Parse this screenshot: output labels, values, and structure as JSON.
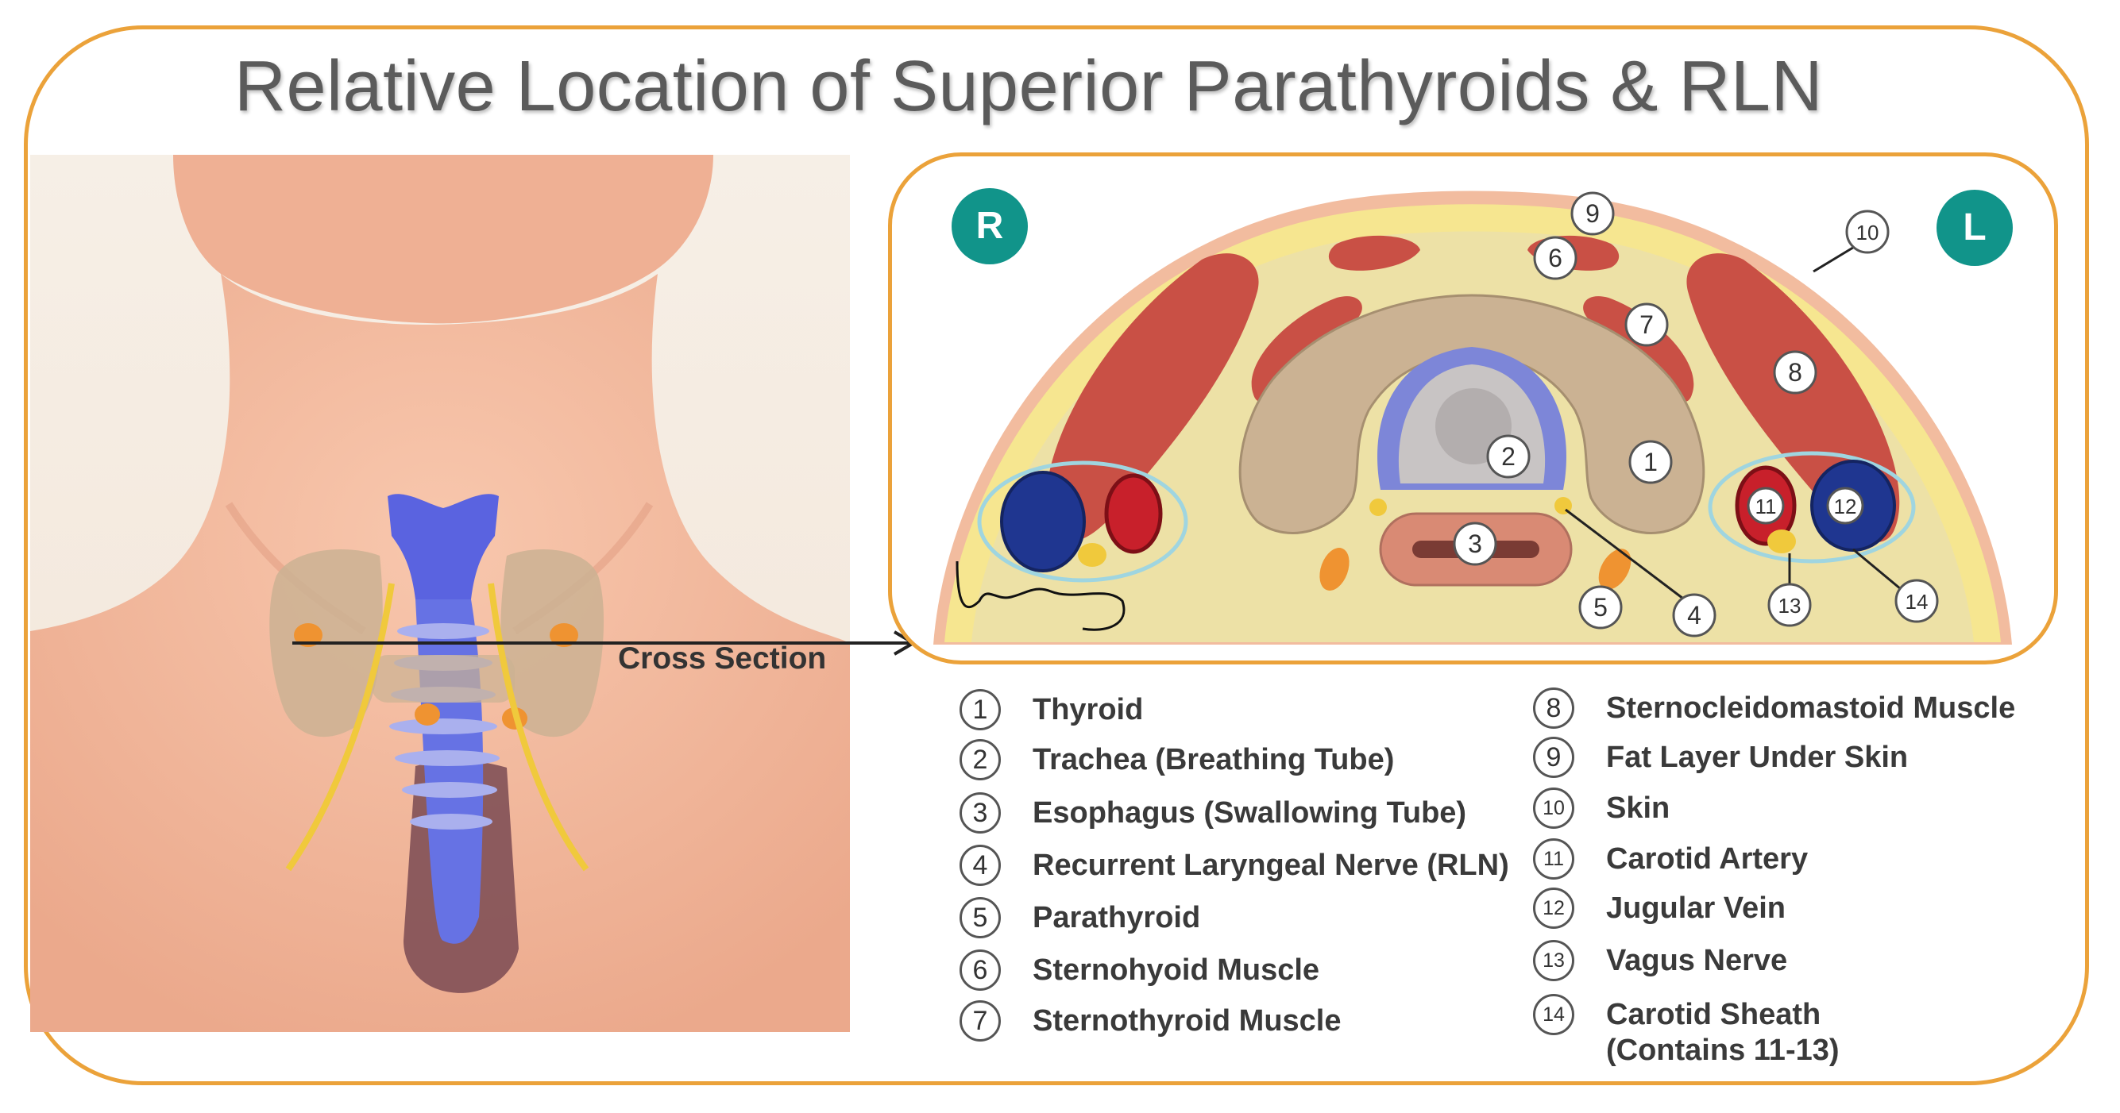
{
  "title": "Relative Location of Superior Parathyroids & RLN",
  "cross_section_label": "Cross Section",
  "side_labels": {
    "right": "R",
    "left": "L"
  },
  "callouts": [
    "1",
    "2",
    "3",
    "4",
    "5",
    "6",
    "7",
    "8",
    "9",
    "10",
    "11",
    "12",
    "13",
    "14"
  ],
  "legend": [
    {
      "num": "1",
      "label": "Thyroid"
    },
    {
      "num": "2",
      "label": "Trachea (Breathing Tube)"
    },
    {
      "num": "3",
      "label": "Esophagus (Swallowing Tube)"
    },
    {
      "num": "4",
      "label": "Recurrent Laryngeal Nerve (RLN)"
    },
    {
      "num": "5",
      "label": "Parathyroid"
    },
    {
      "num": "6",
      "label": "Sternohyoid Muscle"
    },
    {
      "num": "7",
      "label": "Sternothyroid Muscle"
    },
    {
      "num": "8",
      "label": "Sternocleidomastoid Muscle"
    },
    {
      "num": "9",
      "label": "Fat Layer Under Skin"
    },
    {
      "num": "10",
      "label": "Skin"
    },
    {
      "num": "11",
      "label": "Carotid Artery"
    },
    {
      "num": "12",
      "label": "Jugular Vein"
    },
    {
      "num": "13",
      "label": "Vagus Nerve"
    },
    {
      "num": "14",
      "label": "Carotid Sheath\n(Contains 11-13)"
    }
  ],
  "colors": {
    "frame": "#eba23a",
    "badge": "#11948a",
    "skin": "#f2bc9f",
    "fat": "#f6e690",
    "muscle": "#c95045",
    "thyroid": "#cbb293",
    "trachea": "#7d86d8",
    "artery": "#c8202b",
    "vein": "#1f3690",
    "parathyroid": "#ef9331",
    "nerve": "#f0c93c",
    "esophagus": "#d98a74"
  }
}
